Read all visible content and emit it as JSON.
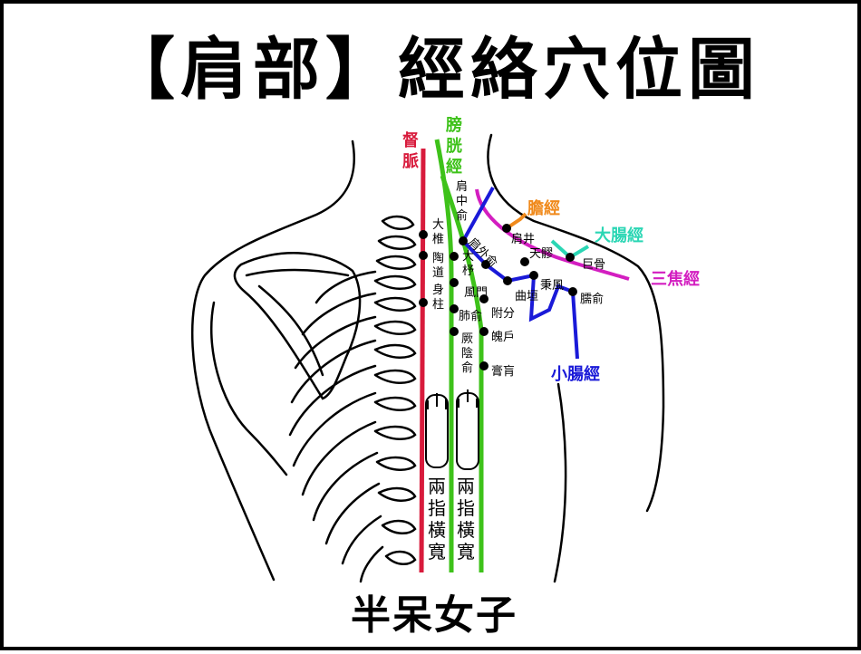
{
  "title": "【肩部】經絡穴位圖",
  "colors": {
    "du": "#d81b3c",
    "bladder": "#3ec21a",
    "gallbladder": "#f08a1c",
    "large_intestine": "#2bd6b4",
    "san_jiao": "#d31ec0",
    "small_intestine": "#1a1ad8"
  },
  "meridians": {
    "du": "督脈",
    "bladder": "膀胱經",
    "gallbladder": "膽經",
    "large_intestine": "大腸經",
    "san_jiao": "三焦經",
    "small_intestine": "小腸經"
  },
  "points": {
    "dazhui": "大椎",
    "taodao": "陶道",
    "shenzhu": "身柱",
    "jianzhongshu": "肩中俞",
    "jianwaishu": "肩外俞",
    "dazhu": "大杼",
    "fengmen": "風門",
    "feishu": "肺俞",
    "jueyinshu": "厥陰俞",
    "jianjing": "肩井",
    "tianliao": "天髎",
    "jugu": "巨骨",
    "quyuan": "曲垣",
    "bingfeng": "秉風",
    "naoshu": "臑俞",
    "fufen": "附分",
    "pohu": "魄戶",
    "gaohuang": "膏肓"
  },
  "width_label": "兩指橫寬",
  "logo": "半呆女子"
}
